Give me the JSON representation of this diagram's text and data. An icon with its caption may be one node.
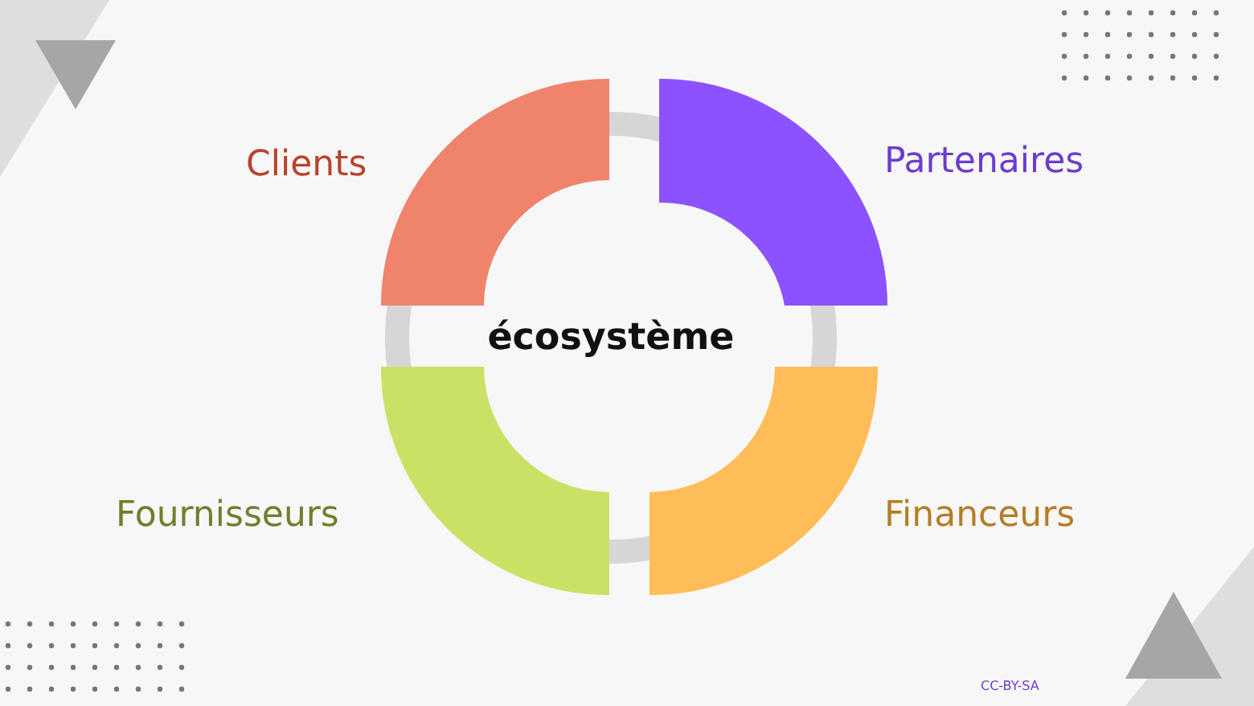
{
  "diagram": {
    "nodes": [
      {
        "text": [
          "écosystème"
        ]
      },
      {
        "text": [
          "Clients"
        ]
      },
      {
        "text": [
          "Partenaires"
        ]
      },
      {
        "text": [
          "Fournisseurs"
        ]
      },
      {
        "text": [
          "Financeurs"
        ]
      }
    ],
    "labels": [
      "CC-BY-SA"
    ]
  }
}
